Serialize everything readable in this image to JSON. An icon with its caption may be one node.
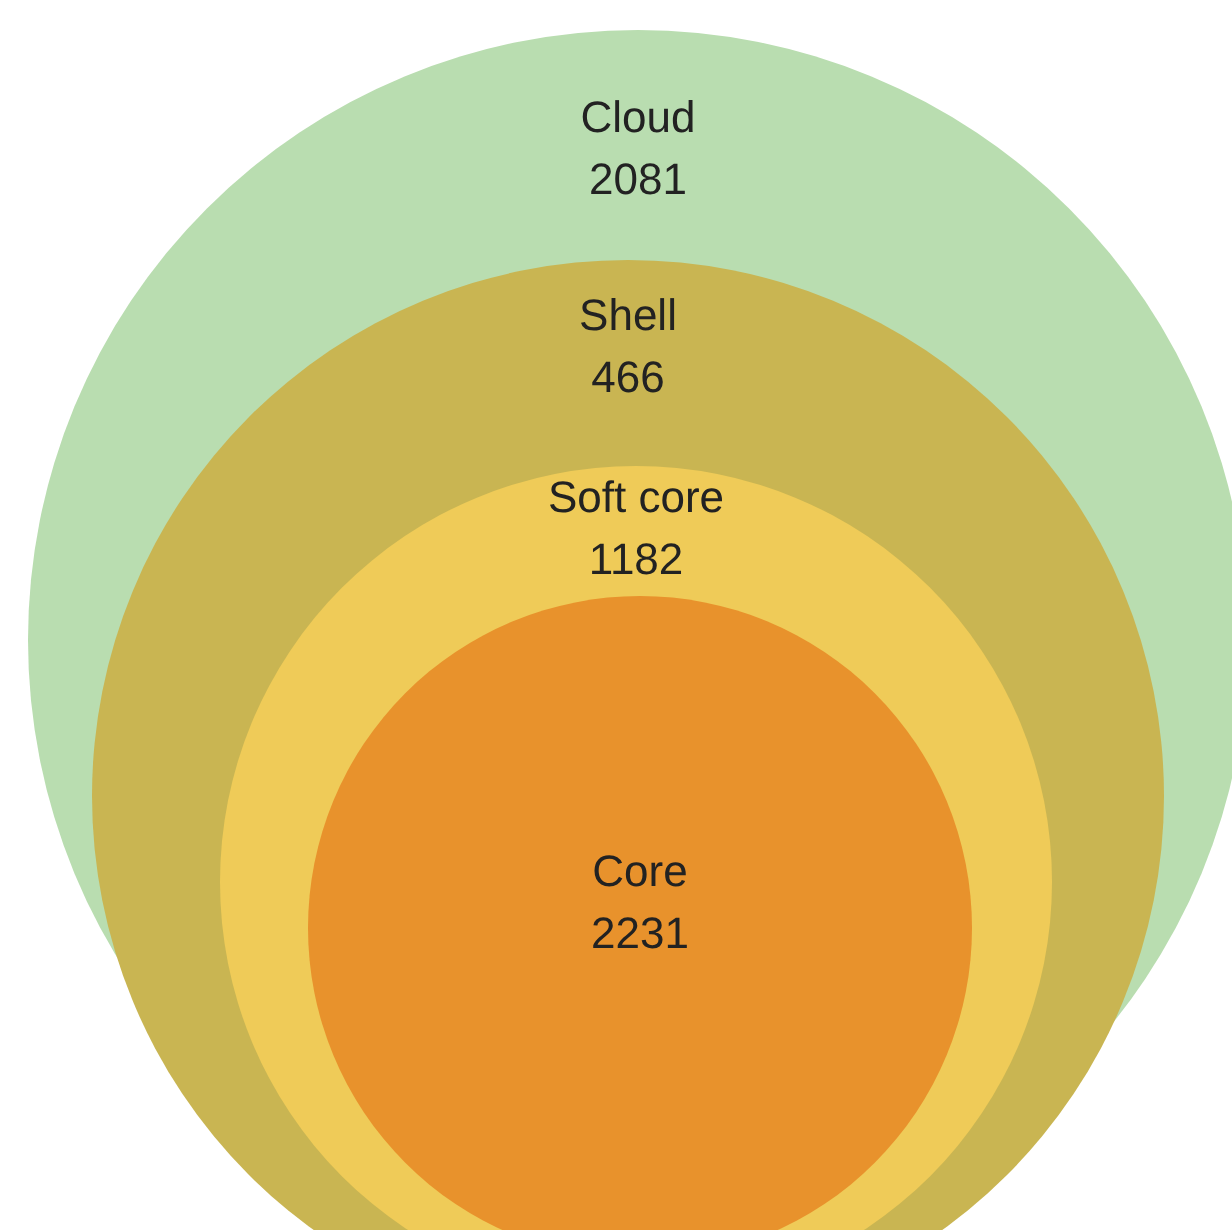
{
  "diagram": {
    "nodes": [
      {
        "text": [
          "Cloud",
          "2081"
        ]
      },
      {
        "text": [
          "Shell",
          "466"
        ],
        "in": 0
      },
      {
        "text": [
          "Soft core",
          "1182"
        ],
        "in": 1
      },
      {
        "text": [
          "Core",
          "2231"
        ],
        "in": 2
      }
    ]
  }
}
